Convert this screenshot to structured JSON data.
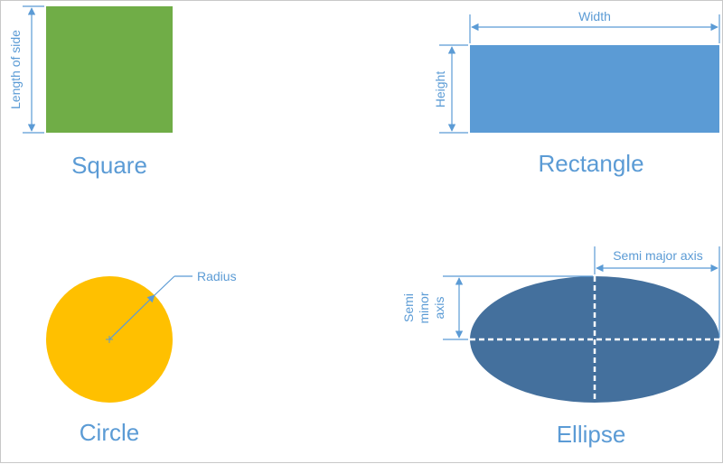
{
  "colors": {
    "square": "#70ad47",
    "rectangle": "#5b9bd5",
    "circle": "#ffc000",
    "ellipse": "#44709d",
    "annotation": "#5b9bd5"
  },
  "square": {
    "title": "Square",
    "side_label": "Length of side"
  },
  "rectangle": {
    "title": "Rectangle",
    "width_label": "Width",
    "height_label": "Height"
  },
  "circle": {
    "title": "Circle",
    "radius_label": "Radius"
  },
  "ellipse": {
    "title": "Ellipse",
    "semi_major_label": "Semi major axis",
    "semi_minor_label_line1": "Semi",
    "semi_minor_label_line2": "minor",
    "semi_minor_label_line3": "axis"
  }
}
